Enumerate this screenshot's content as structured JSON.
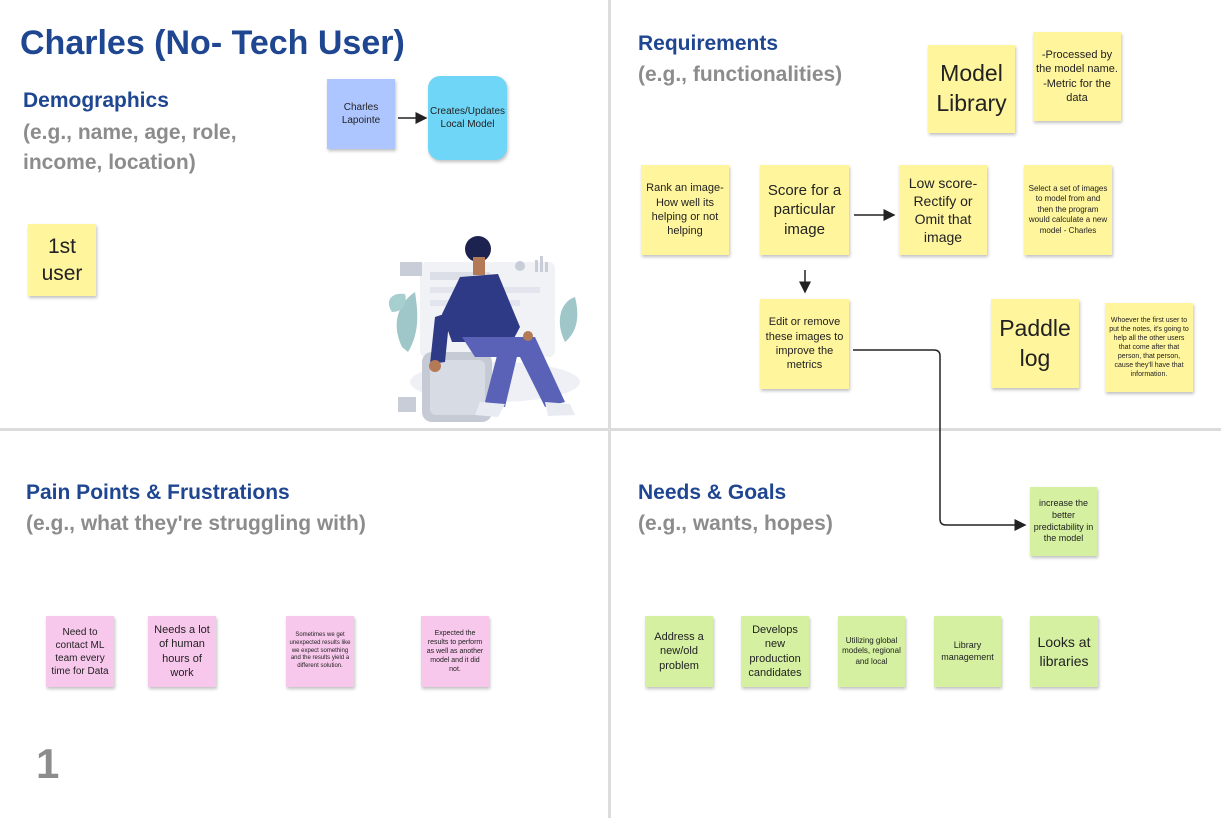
{
  "page_number": "1",
  "demographics": {
    "title": "Charles (No- Tech User)",
    "heading": "Demographics",
    "sub1": "(e.g., name, age, role,",
    "sub2": "income, location)",
    "notes": {
      "first_user": "1st user",
      "charles": "Charles Lapointe",
      "creates": "Creates/Updates Local Model"
    }
  },
  "requirements": {
    "heading": "Requirements",
    "sub": "(e.g., functionalities)",
    "notes": {
      "model_library": "Model Library",
      "processed": "-Processed by the model name. -Metric for the data",
      "rank": "Rank an image- How well its helping or not helping",
      "score": "Score for a particular image",
      "low_score": "Low score- Rectify or Omit that image",
      "select_set": "Select a set of images to model from and then the program would calculate a new model - Charles",
      "edit": "Edit or remove these images to improve the metrics",
      "paddle": "Paddle log",
      "whoever": "Whoever the first user to put the notes, it's going to help all the other users that come after that person, that person, cause they'll have that information."
    }
  },
  "pain_points": {
    "heading": "Pain Points & Frustrations",
    "sub": "(e.g., what they're struggling with)",
    "notes": {
      "contact_ml": "Need to contact ML team every time for Data",
      "human_hours": "Needs a lot of human hours of work",
      "unexpected": "Sometimes we get unexpected results like we expect something and the results yield a different solution.",
      "expected": "Expected the results to perform as well as another model and it did not."
    }
  },
  "needs_goals": {
    "heading": "Needs & Goals",
    "sub": "(e.g., wants, hopes)",
    "notes": {
      "predictability": "increase the better predictability in the model",
      "address": "Address a new/old problem",
      "develops": "Develops new production candidates",
      "utilizing": "Utilizing global models, regional and local",
      "library_mgmt": "Library management",
      "looks": "Looks at libraries"
    }
  },
  "colors": {
    "heading": "#1f4690",
    "subtext": "#8c8c8c",
    "yellow_note": "#fff59d",
    "pink_note": "#f8c8ec",
    "green_note": "#d4f0a0",
    "blue_note": "#aec6ff",
    "cyan_note": "#6fd6f7",
    "figure_jacket": "#2f3a86",
    "figure_pants": "#5a62b8"
  },
  "illustration": {
    "icon": "person-sitting-illustration"
  }
}
